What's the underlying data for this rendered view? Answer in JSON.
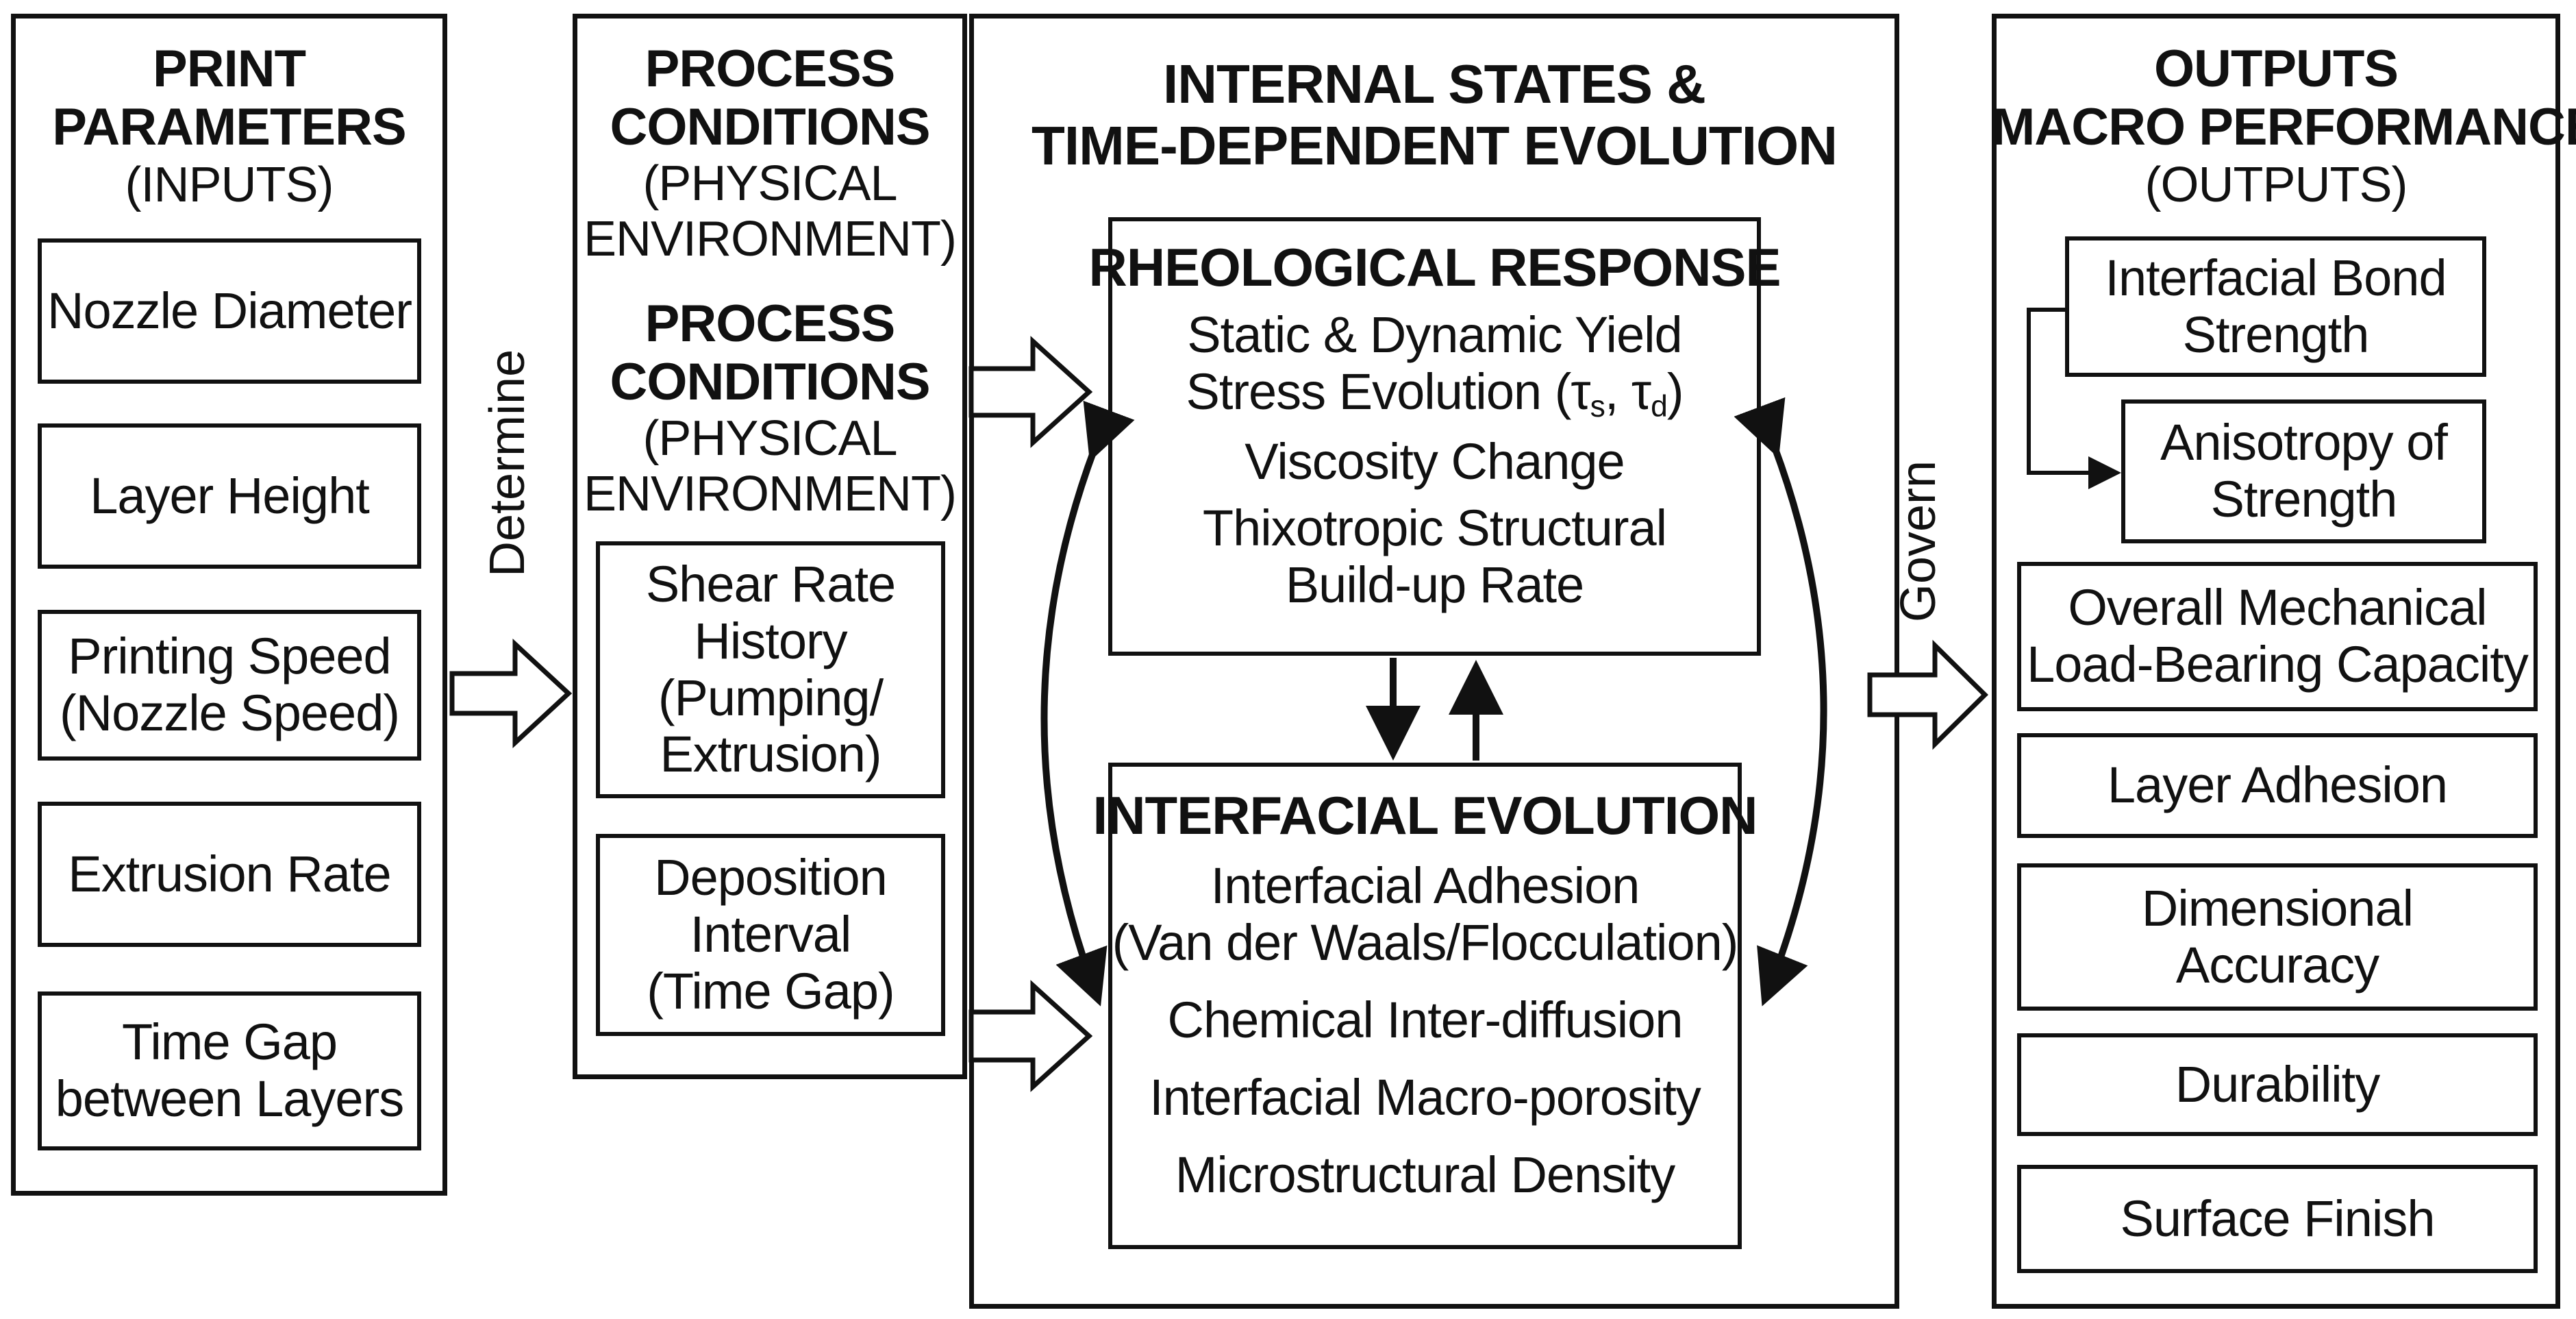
{
  "col_inputs": {
    "title_1": "PRINT",
    "title_2": "PARAMETERS",
    "subtitle": "(INPUTS)",
    "items": [
      {
        "line1": "Nozzle Diameter"
      },
      {
        "line1": "Layer Height"
      },
      {
        "line1": "Printing Speed",
        "line2": "(Nozzle Speed)"
      },
      {
        "line1": "Extrusion Rate"
      },
      {
        "line1": "Time Gap",
        "line2": "between Layers"
      }
    ]
  },
  "connector_determine": "Determine",
  "col_process": {
    "heading_a_1": "PROCESS",
    "heading_a_2": "CONDITIONS",
    "heading_a_sub_1": "(PHYSICAL",
    "heading_a_sub_2": "ENVIRONMENT)",
    "heading_b_1": "PROCESS",
    "heading_b_2": "CONDITIONS",
    "heading_b_sub_1": "(PHYSICAL",
    "heading_b_sub_2": "ENVIRONMENT)",
    "shear": {
      "l1": "Shear Rate",
      "l2": "History",
      "l3": "(Pumping/",
      "l4": "Extrusion)"
    },
    "deposition": {
      "l1": "Deposition",
      "l2": "Interval",
      "l3": "(Time Gap)"
    }
  },
  "col_internal": {
    "title_1": "INTERNAL STATES &",
    "title_2": "TIME-DEPENDENT EVOLUTION",
    "rheo": {
      "title": "RHEOLOGICAL RESPONSE",
      "i1": "Static & Dynamic Yield",
      "i2": "Stress Evolution (τ",
      "i2_sub1": "s",
      "i2_mid": ", τ",
      "i2_sub2": "d",
      "i2_end": ")",
      "i3": "Viscosity Change",
      "i4": "Thixotropic Structural",
      "i5": "Build-up Rate"
    },
    "inter": {
      "title": "INTERFACIAL EVOLUTION",
      "i1": "Interfacial Adhesion",
      "i2": "(Van der Waals/Flocculation)",
      "i3": "Chemical Inter-diffusion",
      "i4": "Interfacial Macro-porosity",
      "i5": "Microstructural Density"
    }
  },
  "connector_govern": "Govern",
  "col_outputs": {
    "title_1": "OUTPUTS",
    "title_2": "MACRO PERFORMANCE",
    "subtitle": "(OUTPUTS)",
    "bond": {
      "l1": "Interfacial Bond",
      "l2": "Strength"
    },
    "aniso": {
      "l1": "Anisotropy of",
      "l2": "Strength"
    },
    "overall": {
      "l1": "Overall Mechanical",
      "l2": "Load-Bearing Capacity"
    },
    "adhesion": "Layer Adhesion",
    "dimensional": {
      "l1": "Dimensional",
      "l2": "Accuracy"
    },
    "durability": "Durability",
    "surface": "Surface Finish"
  }
}
